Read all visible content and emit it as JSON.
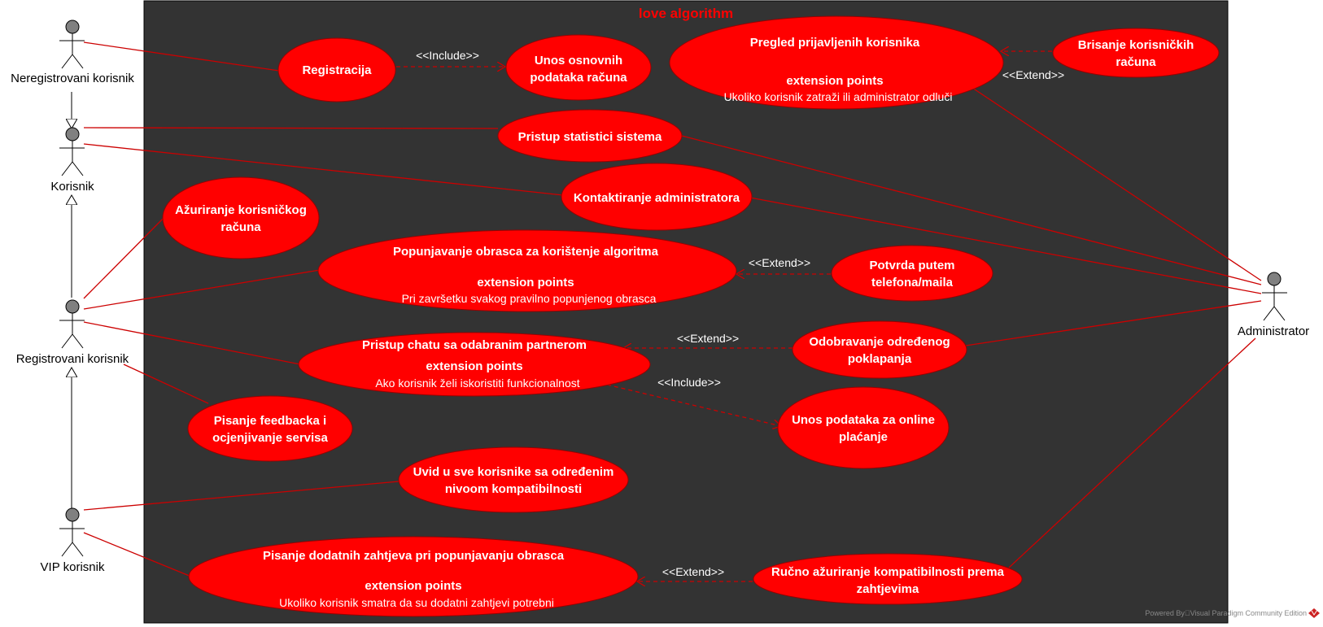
{
  "system": {
    "title": "love algorithm",
    "background": "#333333"
  },
  "colors": {
    "usecase_fill": "#ff0000",
    "line": "#cc0000",
    "actor_head": "#808080"
  },
  "actors": {
    "neregistrovani": "Neregistrovani korisnik",
    "korisnik": "Korisnik",
    "registrovani": "Registrovani korisnik",
    "vip": "VIP korisnik",
    "administrator": "Administrator"
  },
  "usecases": {
    "registracija": "Registracija",
    "unos_osnovnih_1": "Unos osnovnih",
    "unos_osnovnih_2": "podataka računa",
    "pregled_title": "Pregled prijavljenih korisnika",
    "pregled_ext": "extension points",
    "pregled_cond": "Ukoliko korisnik zatraži ili administrator odluči",
    "brisanje_1": "Brisanje korisničkih",
    "brisanje_2": "računa",
    "pristup_statistici": "Pristup statistici sistema",
    "kontaktiranje": "Kontaktiranje administratora",
    "azuriranje_1": "Ažuriranje korisničkog",
    "azuriranje_2": "računa",
    "popunjavanje_title": "Popunjavanje obrasca za korištenje algoritma",
    "popunjavanje_ext": "extension points",
    "popunjavanje_cond": "Pri završetku svakog pravilno popunjenog obrasca",
    "potvrda_1": "Potvrda putem",
    "potvrda_2": "telefona/maila",
    "chat_title": "Pristup chatu sa odabranim partnerom",
    "chat_ext": "extension points",
    "chat_cond": "Ako korisnik želi iskoristiti funkcionalnost",
    "odobravanje_1": "Odobravanje određenog",
    "odobravanje_2": "poklapanja",
    "unos_placanje_1": "Unos podataka za online",
    "unos_placanje_2": "plaćanje",
    "feedback_1": "Pisanje feedbacka i",
    "feedback_2": "ocjenjivanje servisa",
    "uvid_1": "Uvid u sve korisnike sa određenim",
    "uvid_2": "nivoom kompatibilnosti",
    "dodatni_title": "Pisanje dodatnih zahtjeva pri popunjavanju obrasca",
    "dodatni_ext": "extension points",
    "dodatni_cond": "Ukoliko korisnik smatra da su dodatni zahtjevi potrebni",
    "rucno_1": "Ručno ažuriranje kompatibilnosti prema",
    "rucno_2": "zahtjevima"
  },
  "stereotypes": {
    "include_registracija": "<<Include>>",
    "extend_brisanje": "<<Extend>>",
    "extend_potvrda": "<<Extend>>",
    "extend_odobravanje": "<<Extend>>",
    "include_placanje": "<<Include>>",
    "extend_rucno": "<<Extend>>"
  },
  "footer": {
    "credit": "Powered By\u0000Visual Paradigm Community Edition"
  }
}
